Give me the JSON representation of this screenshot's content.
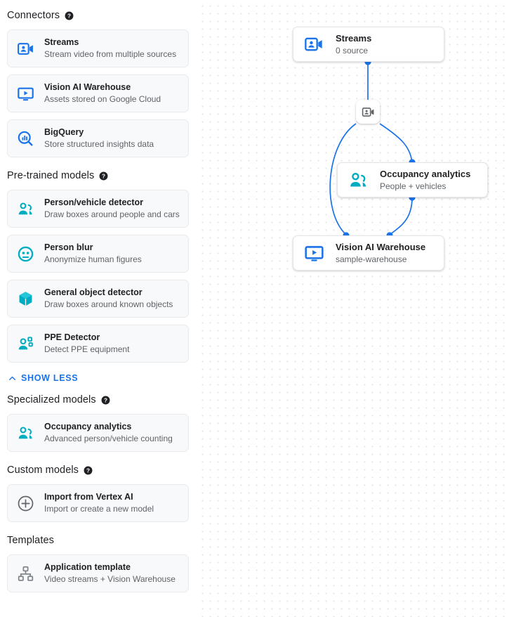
{
  "sidebar": {
    "sections": [
      {
        "title": "Connectors",
        "has_help": true,
        "help_icon": "help-circle-icon",
        "items": [
          {
            "title": "Streams",
            "subtitle": "Stream video from multiple sources",
            "icon": "video-camera-person-icon",
            "color": "#1a73e8"
          },
          {
            "title": "Vision AI Warehouse",
            "subtitle": "Assets stored on Google Cloud",
            "icon": "monitor-play-icon",
            "color": "#1a73e8"
          },
          {
            "title": "BigQuery",
            "subtitle": "Store structured insights data",
            "icon": "magnifier-bars-icon",
            "color": "#1a73e8"
          }
        ]
      },
      {
        "title": "Pre-trained models",
        "has_help": true,
        "help_icon": "help-circle-icon",
        "items": [
          {
            "title": "Person/vehicle detector",
            "subtitle": "Draw boxes around people and cars",
            "icon": "person-vehicle-icon",
            "color": "#00acc1"
          },
          {
            "title": "Person blur",
            "subtitle": "Anonymize human figures",
            "icon": "face-blur-icon",
            "color": "#00acc1"
          },
          {
            "title": "General object detector",
            "subtitle": "Draw boxes around known objects",
            "icon": "cube-icon",
            "color": "#00acc1"
          },
          {
            "title": "PPE Detector",
            "subtitle": "Detect PPE equipment",
            "icon": "ppe-person-icon",
            "color": "#00acc1"
          }
        ]
      },
      {
        "title": "Specialized models",
        "has_help": true,
        "help_icon": "help-circle-icon",
        "items": [
          {
            "title": "Occupancy analytics",
            "subtitle": "Advanced person/vehicle counting",
            "icon": "people-group-icon",
            "color": "#00acc1"
          }
        ]
      },
      {
        "title": "Custom models",
        "has_help": true,
        "help_icon": "help-circle-icon",
        "items": [
          {
            "title": "Import from Vertex AI",
            "subtitle": "Import or create a new model",
            "icon": "plus-circle-icon",
            "color": "#5f6368"
          }
        ]
      },
      {
        "title": "Templates",
        "has_help": false,
        "help_icon": "",
        "items": [
          {
            "title": "Application template",
            "subtitle": "Video streams + Vision Warehouse",
            "icon": "hierarchy-icon",
            "color": "#80868b"
          }
        ]
      }
    ],
    "show_less": {
      "label": "SHOW LESS",
      "icon": "chevron-up-icon"
    }
  },
  "canvas": {
    "edge_color": "#1a73e8",
    "edge_badge": {
      "icon": "video-camera-person-icon"
    },
    "nodes": [
      {
        "title": "Streams",
        "subtitle": "0 source",
        "icon": "video-camera-person-icon",
        "color": "#1a73e8"
      },
      {
        "title": "Occupancy analytics",
        "subtitle": "People + vehicles",
        "icon": "people-group-icon",
        "color": "#00acc1"
      },
      {
        "title": "Vision AI Warehouse",
        "subtitle": "sample-warehouse",
        "icon": "monitor-play-icon",
        "color": "#1a73e8"
      }
    ]
  }
}
